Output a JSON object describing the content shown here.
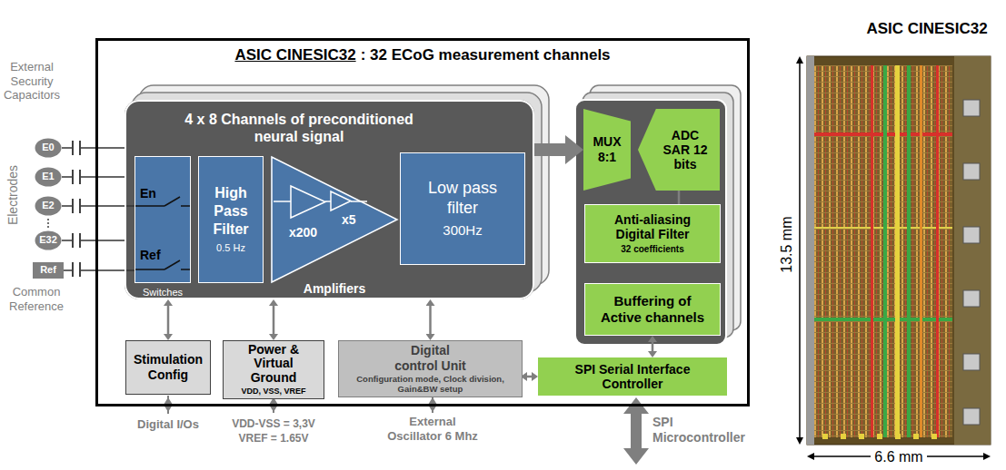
{
  "diagram": {
    "nodes": [
      {
        "text": [
          "E0"
        ]
      },
      {
        "text": [
          "E1"
        ]
      },
      {
        "text": [
          "E2"
        ]
      },
      {
        "text": [
          "E32"
        ]
      },
      {
        "text": [
          "Ref"
        ]
      },
      {
        "text": [
          "ASIC CINESIC32",
          ": 32 ECoG measurement channels"
        ]
      },
      {
        "text": [
          "4 x 8 Channels of preconditioned neural signal"
        ],
        "in": 5
      },
      {
        "text": [
          "En",
          "Ref",
          "Switches"
        ],
        "in": 6
      },
      {
        "text": [
          "High Pass Filter",
          "0.5 Hz"
        ],
        "in": 6
      },
      {
        "text": [
          "x200",
          "x5",
          "Amplifiers"
        ],
        "in": 6
      },
      {
        "text": [
          "Low pass filter",
          "300Hz"
        ],
        "in": 6
      },
      {
        "text": [
          "MUX 8:1"
        ],
        "in": 5
      },
      {
        "text": [
          "ADC SAR 12 bits"
        ],
        "in": 5
      },
      {
        "text": [
          "Anti-aliasing Digital Filter",
          "32 coefficients"
        ],
        "in": 5
      },
      {
        "text": [
          "Buffering of Active channels"
        ],
        "in": 5
      },
      {
        "text": [
          "Stimulation Config"
        ],
        "in": 5
      },
      {
        "text": [
          "Power & Virtual Ground",
          "VDD, VSS, VREF"
        ],
        "in": 5
      },
      {
        "text": [
          "Digital control Unit",
          "Configuration mode, Clock division, Gain&BW setup"
        ],
        "in": 5
      },
      {
        "text": [
          "SPI Serial Interface Controller"
        ],
        "in": 5
      }
    ],
    "edges": [
      {
        "from": 0,
        "to": 6,
        "arrow": "none"
      },
      {
        "from": 1,
        "to": 6,
        "arrow": "none"
      },
      {
        "from": 2,
        "to": 7,
        "arrow": "none"
      },
      {
        "from": 3,
        "to": 6,
        "arrow": "none"
      },
      {
        "from": 4,
        "to": 7,
        "arrow": "none"
      },
      {
        "from": 6,
        "to": 11,
        "arrow": "to"
      },
      {
        "from": 12,
        "to": 13,
        "arrow": "none"
      },
      {
        "from": 14,
        "to": 18,
        "arrow": "both"
      },
      {
        "from": 17,
        "to": 18,
        "arrow": "both"
      },
      {
        "from": 15,
        "to": 6,
        "arrow": "both"
      },
      {
        "from": 16,
        "to": 6,
        "arrow": "both"
      },
      {
        "from": 17,
        "to": 6,
        "arrow": "both"
      }
    ],
    "labels": [
      "External Security Capacitors",
      "Electrodes",
      "Common Reference",
      "Digital I/Os",
      "VDD-VSS = 3,3V",
      "VREF = 1.65V",
      "External Oscillator 6 Mhz",
      "SPI Microcontroller",
      "ASIC CINESIC32",
      "13.5 mm",
      "6.6 mm"
    ]
  }
}
